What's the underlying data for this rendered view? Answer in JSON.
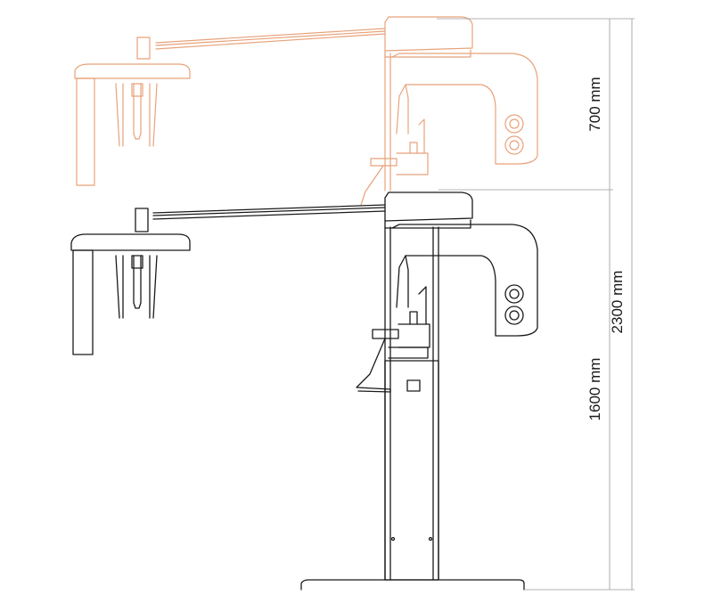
{
  "dimensions": {
    "raised_height_offset": "700 mm",
    "total_height": "2300 mm",
    "base_height": "1600 mm"
  },
  "colors": {
    "line_black": "#1a1a1a",
    "line_orange": "#e8a27a",
    "leader_gray": "#9a9a9a"
  }
}
